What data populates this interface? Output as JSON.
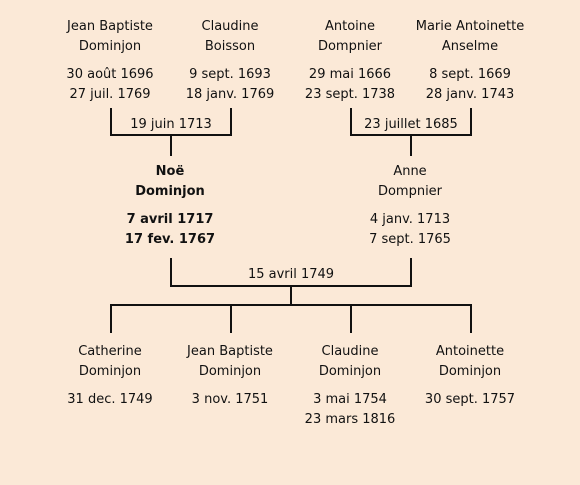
{
  "grandparents_paternal": {
    "father": {
      "first": "Jean Baptiste",
      "last": "Dominjon",
      "birth": "30 août 1696",
      "death": "27 juil. 1769"
    },
    "mother": {
      "first": "Claudine",
      "last": "Boisson",
      "birth": "9 sept. 1693",
      "death": "18 janv. 1769"
    },
    "marriage": "19 juin 1713"
  },
  "grandparents_maternal": {
    "father": {
      "first": "Antoine",
      "last": "Dompnier",
      "birth": "29 mai 1666",
      "death": "23 sept. 1738"
    },
    "mother": {
      "first": "Marie Antoinette",
      "last": "Anselme",
      "birth": "8 sept. 1669",
      "death": "28 janv. 1743"
    },
    "marriage": "23 juillet 1685"
  },
  "parents": {
    "father": {
      "first": "Noë",
      "last": "Dominjon",
      "birth": "7 avril 1717",
      "death": "17 fev. 1767"
    },
    "mother": {
      "first": "Anne",
      "last": "Dompnier",
      "birth": "4 janv. 1713",
      "death": "7 sept. 1765"
    },
    "marriage": "15 avril 1749"
  },
  "children": [
    {
      "first": "Catherine",
      "last": "Dominjon",
      "birth": "31 dec. 1749",
      "death": ""
    },
    {
      "first": "Jean Baptiste",
      "last": "Dominjon",
      "birth": "3 nov. 1751",
      "death": ""
    },
    {
      "first": "Claudine",
      "last": "Dominjon",
      "birth": "3 mai 1754",
      "death": "23 mars 1816"
    },
    {
      "first": "Antoinette",
      "last": "Dominjon",
      "birth": "30 sept. 1757",
      "death": ""
    }
  ]
}
